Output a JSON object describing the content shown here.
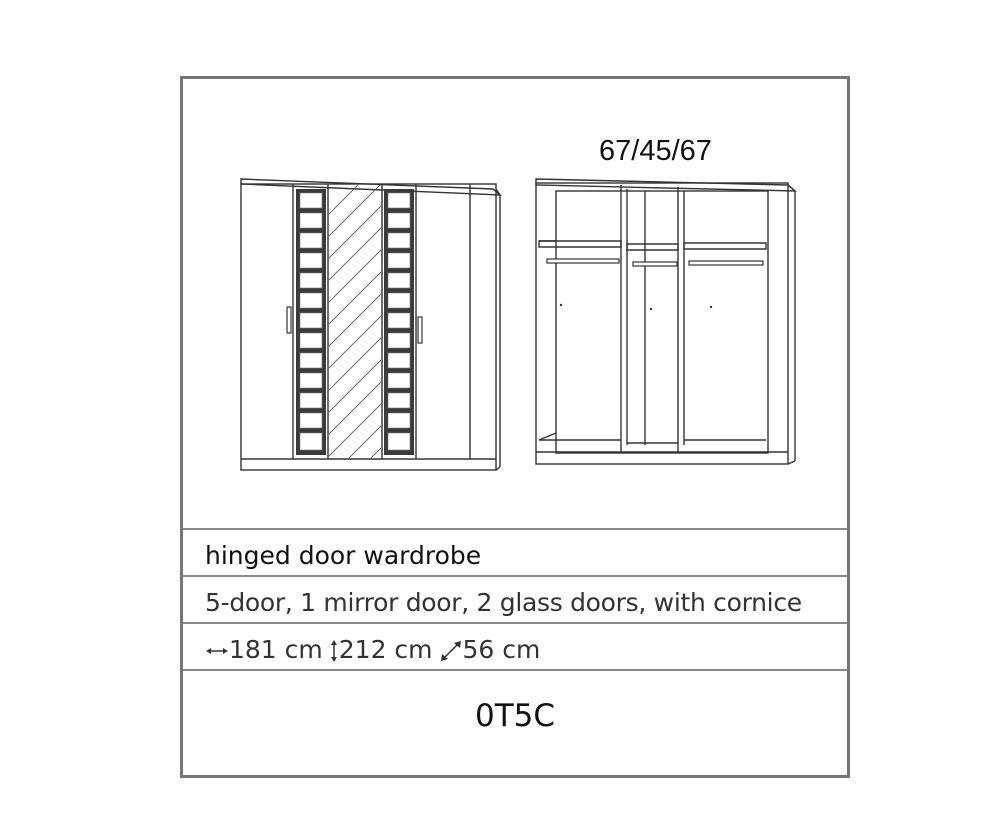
{
  "drawing": {
    "compartments_label": "67/45/67"
  },
  "product": {
    "type": "hinged door wardrobe",
    "description": "5-door, 1 mirror door, 2 glass doors, with cornice",
    "width": "181 cm",
    "height": "212 cm",
    "depth": "56 cm",
    "code": "0T5C"
  },
  "icons": {
    "width": "horizontal-arrow-icon",
    "height": "vertical-arrow-icon",
    "depth": "diagonal-arrow-icon"
  }
}
